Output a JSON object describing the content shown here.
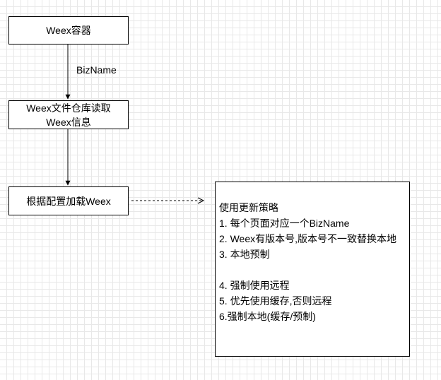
{
  "nodes": {
    "container": "Weex容器",
    "repo_line1": "Weex文件仓库读取",
    "repo_line2": "Weex信息",
    "load": "根据配置加载Weex"
  },
  "edges": {
    "container_to_repo_label": "BizName"
  },
  "note": {
    "title": "使用更新策略",
    "item1": "1. 每个页面对应一个BizName",
    "item2": "2. Weex有版本号,版本号不一致替换本地",
    "item3": "3. 本地预制",
    "item4": "4. 强制使用远程",
    "item5": "5. 优先使用缓存,否则远程",
    "item6": "6.强制本地(缓存/预制)"
  }
}
